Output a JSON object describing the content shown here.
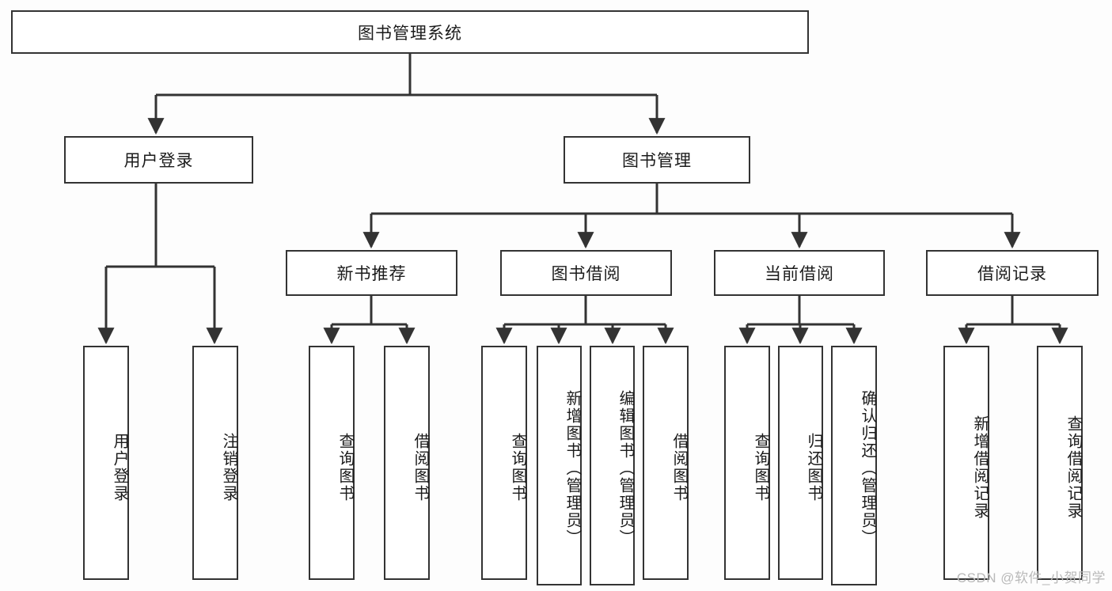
{
  "diagram": {
    "title": "图书管理系统",
    "watermark": "CSDN @软件_小贺同学",
    "colors": {
      "box_border": "#333333",
      "box_fill": "#ffffff",
      "connector": "#333333",
      "background": "#fdfdfd",
      "watermark": "#b9b9b9"
    },
    "root": {
      "label": "图书管理系统",
      "level": 0
    },
    "level1": [
      {
        "label": "用户登录"
      },
      {
        "label": "图书管理"
      }
    ],
    "level2": [
      {
        "label": "新书推荐",
        "parent": "图书管理"
      },
      {
        "label": "图书借阅",
        "parent": "图书管理"
      },
      {
        "label": "当前借阅",
        "parent": "图书管理"
      },
      {
        "label": "借阅记录",
        "parent": "图书管理"
      }
    ],
    "leaves": [
      {
        "label": "用户登录",
        "parent": "用户登录"
      },
      {
        "label": "注销登录",
        "parent": "用户登录"
      },
      {
        "label": "查询图书",
        "parent": "新书推荐"
      },
      {
        "label": "借阅图书",
        "parent": "新书推荐"
      },
      {
        "label": "查询图书",
        "parent": "图书借阅"
      },
      {
        "label": "新增图书（管理员）",
        "parent": "图书借阅"
      },
      {
        "label": "编辑图书（管理员）",
        "parent": "图书借阅"
      },
      {
        "label": "借阅图书",
        "parent": "图书借阅"
      },
      {
        "label": "查询图书",
        "parent": "当前借阅"
      },
      {
        "label": "归还图书",
        "parent": "当前借阅"
      },
      {
        "label": "确认归还（管理员）",
        "parent": "当前借阅"
      },
      {
        "label": "新增借阅记录",
        "parent": "借阅记录"
      },
      {
        "label": "查询借阅记录",
        "parent": "借阅记录"
      }
    ]
  }
}
